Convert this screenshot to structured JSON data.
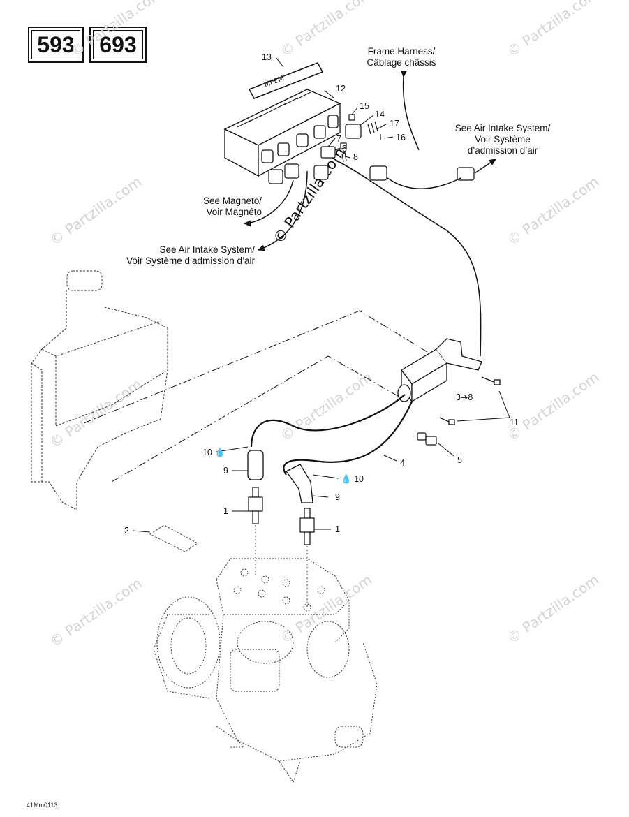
{
  "badges": [
    "593",
    "693"
  ],
  "labels": {
    "frame_harness": "Frame Harness/",
    "frame_harness_fr": "Câblage châssis",
    "air_intake_right_1": "See Air Intake System/",
    "air_intake_right_2": "Voir Système",
    "air_intake_right_3": "d’admission d’air",
    "magneto_1": "See Magneto/",
    "magneto_2": "Voir Magnéto",
    "air_intake_left_1": "See Air Intake System/",
    "air_intake_left_2": "Voir Système d’admission d’air"
  },
  "callouts": {
    "n13": "13",
    "n12": "12",
    "n15": "15",
    "n14": "14",
    "n17": "17",
    "n16": "16",
    "n7": "7",
    "n6": "6",
    "n8": "8",
    "n3to8": "3➔8",
    "n11": "11",
    "n5": "5",
    "n4": "4",
    "n10a": "10",
    "n10b": "10",
    "n9a": "9",
    "n9b": "9",
    "n1a": "1",
    "n1b": "1",
    "n2": "2"
  },
  "watermark": "© Partzilla.com",
  "figure_code": "41Mm0113"
}
